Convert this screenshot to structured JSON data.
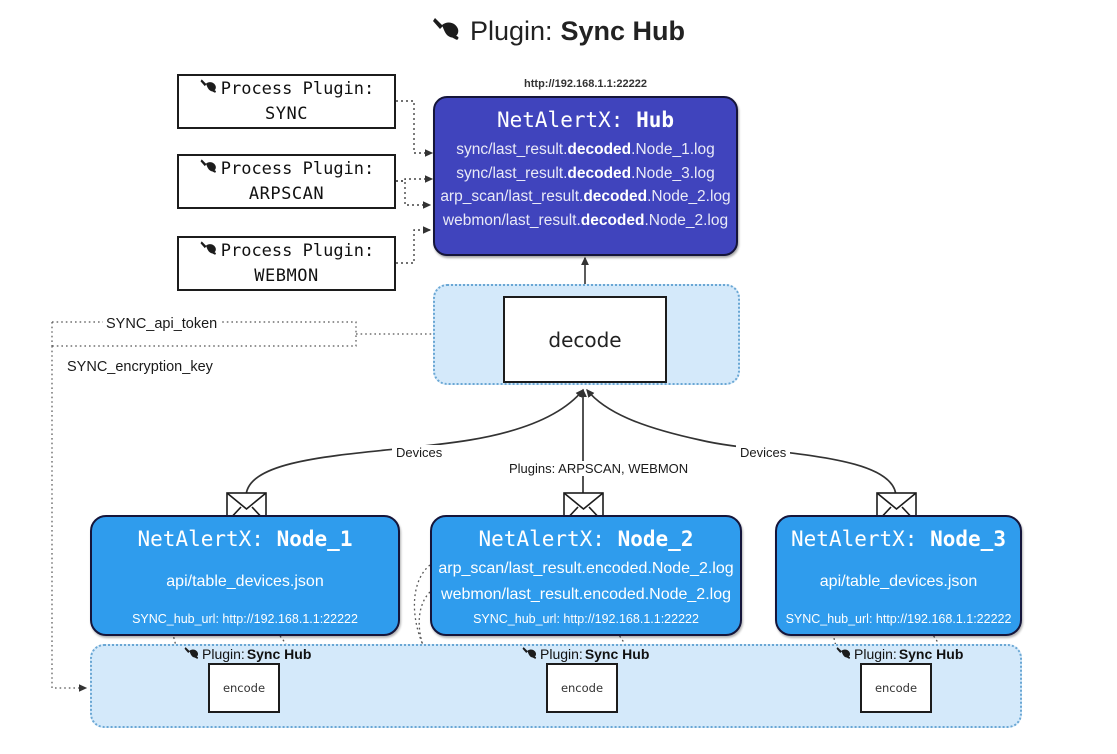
{
  "page": {
    "title_prefix": "Plugin:",
    "title_strong": "Sync Hub",
    "title_icon": "plug-icon"
  },
  "process_plugins": [
    {
      "label": "Process Plugin:",
      "name": "SYNC",
      "icon": "plug-icon"
    },
    {
      "label": "Process Plugin:",
      "name": "ARPSCAN",
      "icon": "plug-icon"
    },
    {
      "label": "Process Plugin:",
      "name": "WEBMON",
      "icon": "plug-icon"
    }
  ],
  "hub": {
    "url": "http://192.168.1.1:22222",
    "title_prefix": "NetAlertX:",
    "title_name": "Hub",
    "lines": [
      {
        "pre": "sync/last_result.",
        "mid": "decoded",
        "post": ".Node_1.log"
      },
      {
        "pre": "sync/last_result.",
        "mid": "decoded",
        "post": ".Node_3.log"
      },
      {
        "pre": "arp_scan/last_result.",
        "mid": "decoded",
        "post": ".Node_2.log"
      },
      {
        "pre": "webmon/last_result.",
        "mid": "decoded",
        "post": ".Node_2.log"
      }
    ]
  },
  "decode": {
    "label": "decode"
  },
  "settings": {
    "api_token": "SYNC_api_token",
    "encryption_key": "SYNC_encryption_key"
  },
  "edges": {
    "devices_left": "Devices",
    "devices_right": "Devices",
    "plugins_center": "Plugins: ARPSCAN, WEBMON"
  },
  "nodes": [
    {
      "title_prefix": "NetAlertX:",
      "title_name": "Node_1",
      "lines": [
        "api/table_devices.json"
      ],
      "footer": "SYNC_hub_url: http://192.168.1.1:22222",
      "icon": "envelope-icon"
    },
    {
      "title_prefix": "NetAlertX:",
      "title_name": "Node_2",
      "lines": [
        "arp_scan/last_result.encoded.Node_2.log",
        "webmon/last_result.encoded.Node_2.log"
      ],
      "footer": "SYNC_hub_url: http://192.168.1.1:22222",
      "icon": "envelope-icon"
    },
    {
      "title_prefix": "NetAlertX:",
      "title_name": "Node_3",
      "lines": [
        "api/table_devices.json"
      ],
      "footer": "SYNC_hub_url: http://192.168.1.1:22222",
      "icon": "envelope-icon"
    }
  ],
  "plugin_band": [
    {
      "caption_prefix": "Plugin:",
      "caption_strong": "Sync Hub",
      "box": "encode",
      "icon": "plug-icon"
    },
    {
      "caption_prefix": "Plugin:",
      "caption_strong": "Sync Hub",
      "box": "encode",
      "icon": "plug-icon"
    },
    {
      "caption_prefix": "Plugin:",
      "caption_strong": "Sync Hub",
      "box": "encode",
      "icon": "plug-icon"
    }
  ],
  "colors": {
    "hub_fill": "#4044bd",
    "node_fill": "#2f9ced",
    "group_fill": "#d4e9fa",
    "group_border": "#6aa7d4",
    "stroke": "#15153a"
  }
}
